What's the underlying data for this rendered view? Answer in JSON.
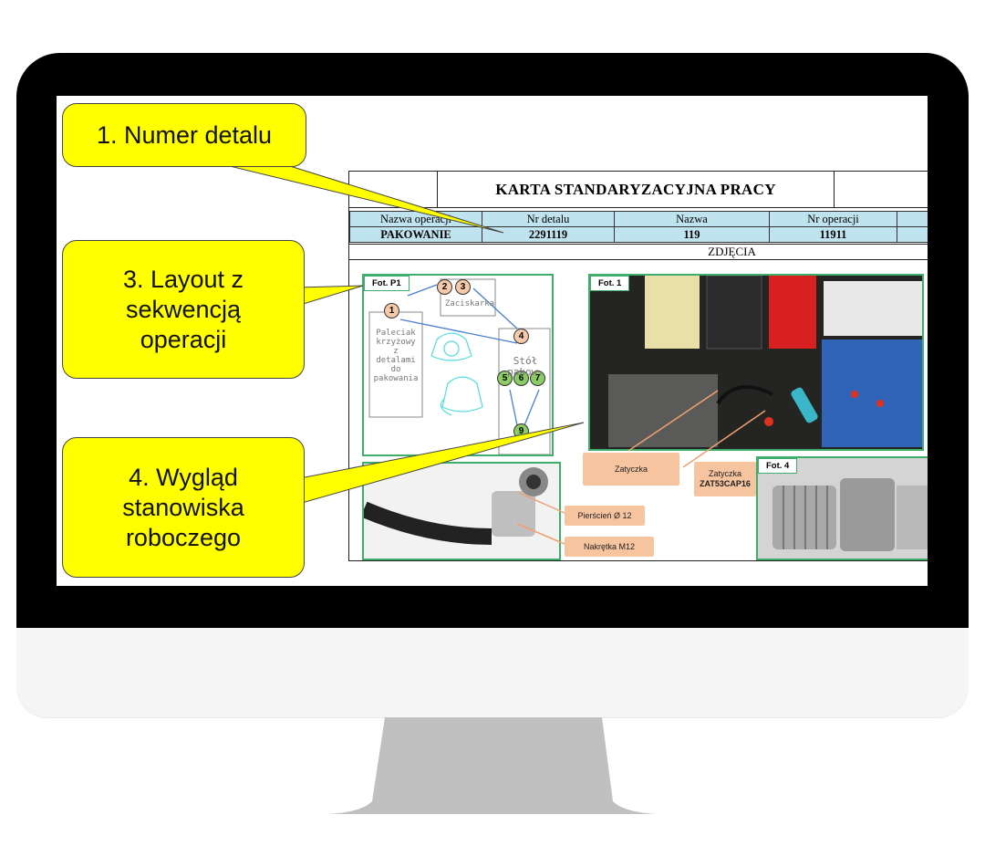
{
  "callouts": {
    "part_number": "1. Numer detalu",
    "layout": "3. Layout z\nsekwencją\noperacji",
    "workstation": "4. Wygląd\nstanowiska\nroboczego"
  },
  "document": {
    "title": "KARTA STANDARYZACYJNA PRACY",
    "table": {
      "headers": [
        "Nazwa operacji",
        "Nr detalu",
        "Nazwa",
        "Nr operacji"
      ],
      "values": [
        "PAKOWANIE",
        "2291119",
        "119",
        "11911"
      ]
    },
    "section_title": "ZDJĘCIA",
    "panels": {
      "p1_tag": "Fot. P1",
      "f1_tag": "Fot. 1",
      "f4_tag": "Fot. 4"
    },
    "layout_sketch": {
      "clamp": "Zaciskarka",
      "pallet": "Paleciak\nkrzyżowy\nz\ndetalami\ndo\npakowania",
      "table": "Stół\npakow.",
      "seq": [
        "1",
        "2",
        "3",
        "4",
        "5",
        "6",
        "7",
        "9"
      ]
    },
    "notes": {
      "cap": "Zatyczka",
      "cap_code_label": "Zatyczka",
      "cap_code": "ZAT53CAP16",
      "ring": "Pierścień Ø 12",
      "nut": "Nakrętka M12"
    }
  },
  "colors": {
    "callout": "#ffff00",
    "panel_border": "#3fae6a",
    "table_fill": "#bfe3ef",
    "note_fill": "#f7c4a0"
  }
}
